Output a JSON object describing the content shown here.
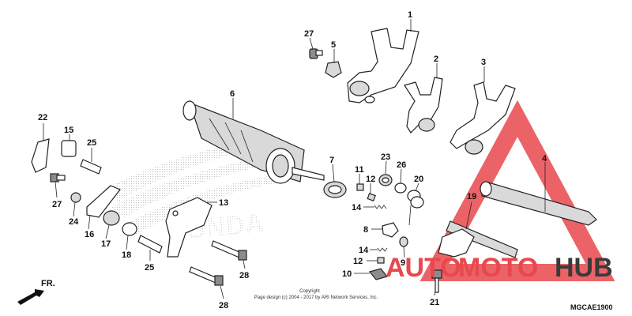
{
  "diagram": {
    "part_numbers": [
      "1",
      "2",
      "3",
      "4",
      "5",
      "6",
      "7",
      "8",
      "9",
      "10",
      "11",
      "12",
      "12",
      "13",
      "14",
      "14",
      "15",
      "16",
      "17",
      "18",
      "19",
      "20",
      "21",
      "22",
      "23",
      "24",
      "25",
      "25",
      "26",
      "27",
      "27",
      "28",
      "28"
    ],
    "direction_label": "FR.",
    "copyright_line1": "Copyright",
    "copyright_line2": "Page design (c) 2004 - 2017 by ARI Network Services, Inc.",
    "diagram_code": "MGCAE1900",
    "background_logo_text": "HONDA"
  },
  "watermark": {
    "text_part1": "AUTO",
    "text_part2": "MOTO",
    "text_part3": "HUB",
    "accent_color": "#e8484c",
    "dark_color": "#3a3a3a"
  }
}
